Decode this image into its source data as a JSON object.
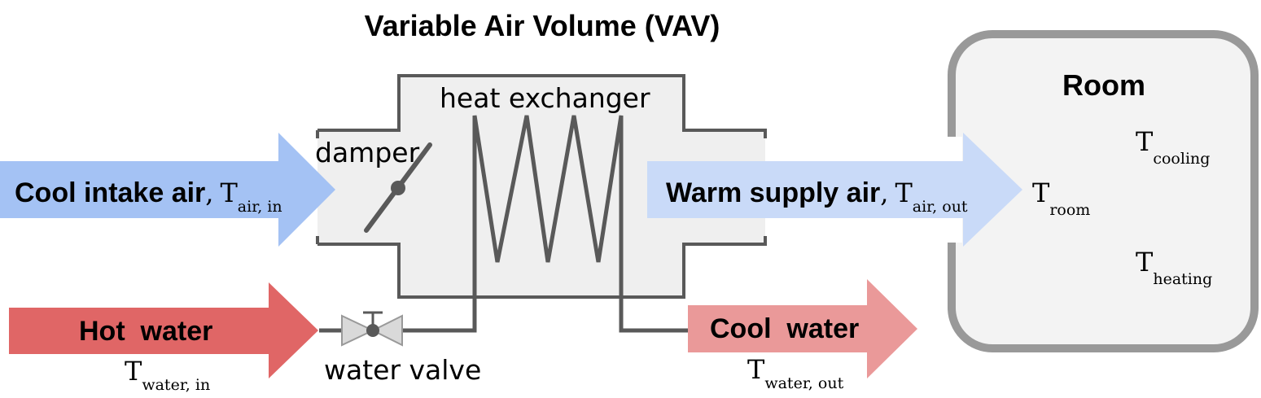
{
  "title": "Variable Air Volume (VAV)",
  "labels": {
    "heat_exchanger": "heat exchanger",
    "damper": "damper",
    "water_valve": "water valve",
    "room": "Room"
  },
  "flows": {
    "cool_intake": {
      "label": "Cool intake air",
      "comma": ",",
      "symbol": "T",
      "subscript": "air, in"
    },
    "warm_supply": {
      "label": "Warm supply air",
      "comma": ",",
      "symbol": "T",
      "subscript": "air, out"
    },
    "hot_water": {
      "label": "Hot  water",
      "symbol": "T",
      "subscript": "water, in"
    },
    "cool_water": {
      "label": "Cool  water",
      "symbol": "T",
      "subscript": "water, out"
    }
  },
  "room_temps": {
    "room": {
      "symbol": "T",
      "subscript": "room"
    },
    "cooling": {
      "symbol": "T",
      "subscript": "cooling"
    },
    "heating": {
      "symbol": "T",
      "subscript": "heating"
    }
  },
  "colors": {
    "intake_air": "#a4c2f4",
    "supply_air": "#c9daf8",
    "hot_water": "#e06666",
    "cool_water": "#ea9999",
    "housing": "#efefef",
    "room_fill": "#f3f3f3",
    "room_border": "#999999",
    "lines": "#595959"
  }
}
